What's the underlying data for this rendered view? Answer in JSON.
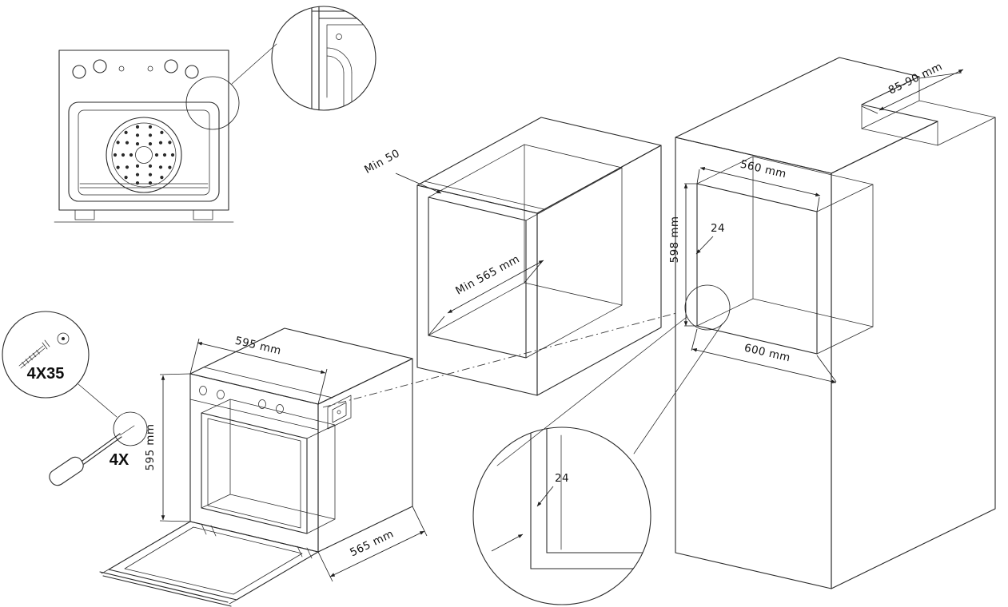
{
  "figure": {
    "name": "built-in oven installation diagram",
    "line_color": "#2a2a2a"
  },
  "hardware": {
    "screw_spec": "4X35",
    "screw_count": "4X"
  },
  "oven": {
    "width": "595 mm",
    "height": "595 mm",
    "depth": "565 mm"
  },
  "base_cabinet": {
    "rear_gap": "Min 50",
    "min_depth": "Min 565 mm"
  },
  "tall_cabinet": {
    "niche_width": "560 mm",
    "niche_height": "598 mm",
    "niche_depth": "600 mm",
    "top_recess": "85-90 mm",
    "panel_offset": "24"
  },
  "detail": {
    "panel_thickness": "24"
  }
}
